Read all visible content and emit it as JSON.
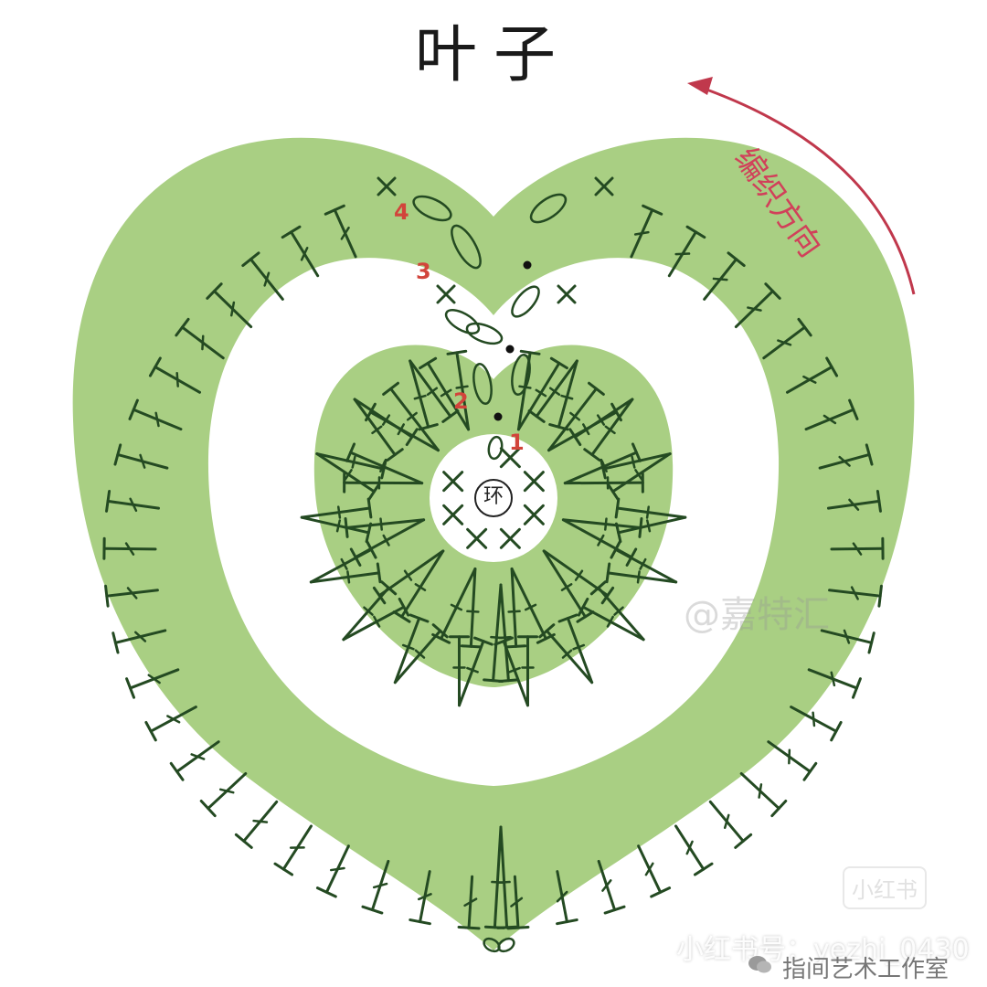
{
  "title": "叶子",
  "direction_label": "编织方向",
  "ring_label": "环",
  "round_labels": [
    "1",
    "2",
    "3",
    "4"
  ],
  "watermarks": {
    "author": "@嘉特汇",
    "app_badge": "小红书",
    "user_id": "小红书号：yezhi_0430",
    "studio": "指间艺术工作室"
  },
  "colors": {
    "leaf_green": "#a9cf83",
    "stitch_dark": "#244a22",
    "label_red": "#d2443b",
    "arrow_red": "#c0384c"
  },
  "symbols": {
    "single_crochet": "×",
    "double_crochet": "T-crossbar",
    "chain": "oval",
    "slip_stitch": "dot"
  }
}
